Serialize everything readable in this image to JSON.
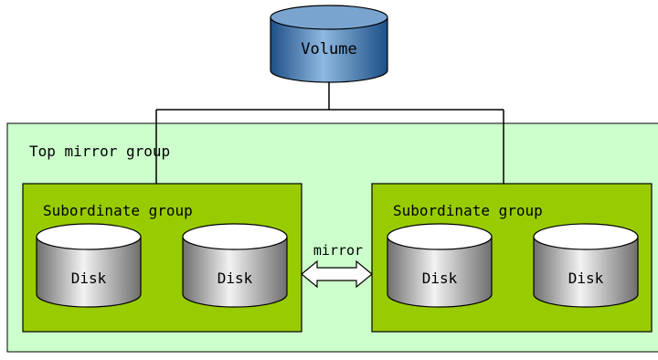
{
  "volume": {
    "label": "Volume"
  },
  "top_group": {
    "label": "Top mirror group"
  },
  "subgroups": [
    {
      "label": "Subordinate group",
      "disks": [
        {
          "label": "Disk"
        },
        {
          "label": "Disk"
        }
      ]
    },
    {
      "label": "Subordinate group",
      "disks": [
        {
          "label": "Disk"
        },
        {
          "label": "Disk"
        }
      ]
    }
  ],
  "mirror": {
    "label": "mirror"
  },
  "colors": {
    "top_group_fill": "#ccffcc",
    "subgroup_fill": "#99cc00",
    "volume_fill": "#4f86b8",
    "disk_fill": "#b8b8b8"
  }
}
